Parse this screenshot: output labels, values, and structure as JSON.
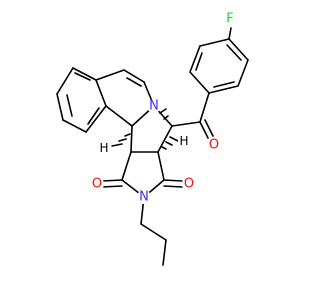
{
  "molecule": {
    "colors": {
      "bond": "#000000",
      "carbon": "#000000",
      "nitrogen": "#3333ff",
      "oxygen": "#ff0d0d",
      "fluorine": "#33cc33",
      "hydrogen": "#000000"
    },
    "atom_labels": {
      "fluorine": "F",
      "ketone_oxygen": "O",
      "ring_nitrogen": "N",
      "imide_nitrogen": "N",
      "imide_oxygen_left": "O",
      "imide_oxygen_right": "O",
      "stereo_h_top": "H",
      "stereo_h_left": "H",
      "stereo_h_right": "H"
    },
    "stereo": {
      "wedge_style": "hashed",
      "centers": 4
    }
  }
}
